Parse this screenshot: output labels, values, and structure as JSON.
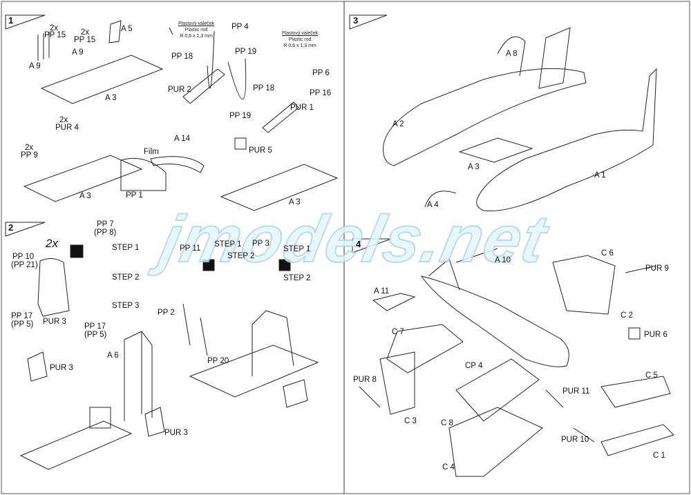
{
  "watermark": "jmodels.net",
  "steps": [
    "1",
    "2",
    "3",
    "4"
  ],
  "notes": [
    {
      "cz": "Plastový váleček",
      "en": "Plastic rod",
      "size": "R 0,6 x 1,3 mm"
    },
    {
      "cz": "Plastový váleček",
      "en": "Plastic rod",
      "size": "R 0,6 x 1,3 mm"
    }
  ],
  "multiplier": "2x",
  "labels": [
    "2x",
    "PP 15",
    "2x",
    "PP 15",
    "A 5",
    "A 9",
    "A 9",
    "A 3",
    "2x",
    "PUR 4",
    "2x",
    "PP 9",
    "A 3",
    "Film",
    "A 14",
    "PP 1",
    "PP 4",
    "PP 18",
    "PP 19",
    "PUR 2",
    "PP 6",
    "PP 18",
    "PP 16",
    "PP 19",
    "PUR 1",
    "PUR 5",
    "A 3",
    "PP 7",
    "(PP 8)",
    "STEP 1",
    "PP 10",
    "(PP 21)",
    "STEP 2",
    "STEP 3",
    "PP 17",
    "(PP 5)",
    "PUR 3",
    "PP 17",
    "(PP 5)",
    "A 6",
    "PUR 3",
    "PUR 3",
    "PP 11",
    "STEP 1",
    "STEP 2",
    "PP 3",
    "STEP 1",
    "STEP 2",
    "PP 2",
    "PP 20",
    "A 8",
    "A 2",
    "A 3",
    "A 1",
    "A 4",
    "A 10",
    "C 6",
    "PUR 9",
    "A 11",
    "C 2",
    "C 7",
    "PUR 6",
    "CP 4",
    "PUR 8",
    "PUR 11",
    "C 5",
    "C 3",
    "C 8",
    "PUR 10",
    "C 4",
    "C 1"
  ]
}
